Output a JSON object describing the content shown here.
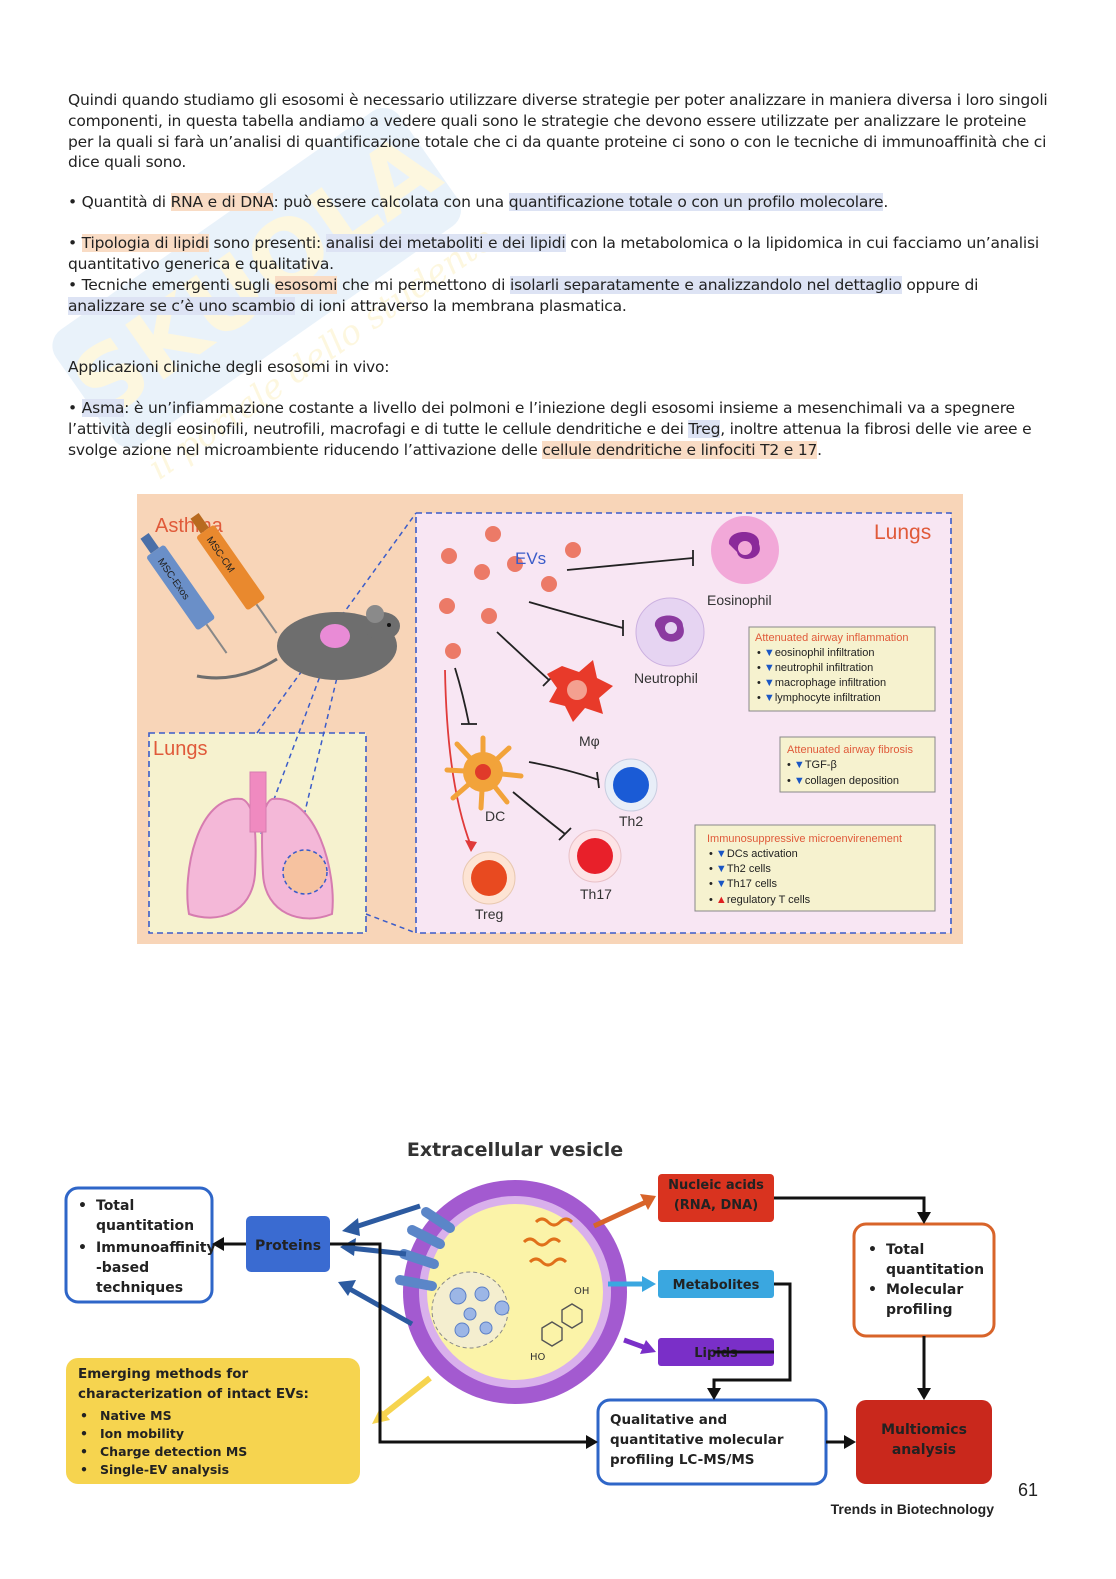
{
  "watermark": {
    "text1": "SKUOLA",
    "text2": "il portale dello studente"
  },
  "paragraphs": {
    "p1": "Quindi quando studiamo gli esosomi è necessario utilizzare diverse strategie per poter analizzare in maniera diversa i loro singoli componenti, in questa tabella andiamo a vedere quali sono le strategie che devono essere utilizzate per analizzare le proteine per la quali si farà un’analisi di quantificazione totale che ci da quante proteine ci sono o con le tecniche di immunoaffinità che ci dice quali sono.",
    "p2_a": "• Quantità di ",
    "p2_b": "RNA e di DNA",
    "p2_c": ": può essere calcolata con una ",
    "p2_d": "quantificazione totale o con un profilo molecolare",
    "p2_e": ".",
    "p3_a": "• ",
    "p3_b": "Tipologia di lipidi",
    "p3_c": " sono presenti: ",
    "p3_d": "analisi dei metaboliti e dei lipidi",
    "p3_e": " con la metabolomica o la lipidomica in cui facciamo un’analisi quantitativo generica e qualitativa.",
    "p4_a": "• Tecniche emergenti sugli ",
    "p4_b": "esosomi",
    "p4_c": " che mi permettono di ",
    "p4_d": "isolarli separatamente e analizzandolo nel dettaglio",
    "p4_e": " oppure di ",
    "p4_f": "analizzare se c’è uno scambio",
    "p4_g": " di ioni attraverso la membrana plasmatica.",
    "p5": "Applicazioni cliniche degli esosomi in vivo:",
    "p6_a": "• ",
    "p6_b": "Asma",
    "p6_c": ": è un’infiammazione costante a livello dei polmoni e l’iniezione degli esosomi insieme a mesenchimali va a spegnere l’attività degli eosinofili, neutrofili, macrofagi e di tutte le cellule dendritiche e dei ",
    "p6_d": "Treg",
    "p6_e": ", inoltre attenua la fibrosi delle vie aree e svolge azione nel microambiente riducendo l’attivazione delle ",
    "p6_f": "cellule dendritiche e linfociti T2 e 17",
    "p6_g": "."
  },
  "figure1": {
    "asthma": "Asthma",
    "lungs_right": "Lungs",
    "lungs_left": "Lungs",
    "syringe1": "MSC-Exos",
    "syringe2": "MSC-CM",
    "evs": "EVs",
    "eosinophil": "Eosinophil",
    "neutrophil": "Neutrophil",
    "macrophage": "Mφ",
    "dc": "DC",
    "th2": "Th2",
    "th17": "Th17",
    "treg": "Treg",
    "box1": {
      "title": "Attenuated airway inflammation",
      "items": [
        "eosinophil infiltration",
        "neutrophil infiltration",
        "macrophage infiltration",
        "lymphocyte infiltration"
      ]
    },
    "box2": {
      "title": "Attenuated airway fibrosis",
      "items": [
        "TGF-β",
        "collagen deposition"
      ]
    },
    "box3": {
      "title": "Immunosuppressive microenvirenement",
      "items": [
        "DCs activation",
        "Th2 cells",
        "Th17 cells",
        "regulatory T cells"
      ]
    },
    "colors": {
      "background": "#f8d5b8",
      "lungs_panel": "#f8e6f3",
      "small_lung_panel": "#f6f2cf",
      "title_red": "#e05a3a",
      "arrow_blue": "#1a56c4",
      "arrow_up_red": "#e02020"
    }
  },
  "figure2": {
    "title": "Extracellular vesicle",
    "total_box": [
      "Total quantitation",
      "Immunoaffinity -based techniques"
    ],
    "proteins": "Proteins",
    "nucleic": "Nucleic acids (RNA, DNA)",
    "metabolites": "Metabolites",
    "lipids": "Lipids",
    "total_right": [
      "Total quantitation",
      "Molecular profiling"
    ],
    "emerging_title": "Emerging methods for characterization of intact EVs:",
    "emerging_items": [
      "Native MS",
      "Ion mobility",
      "Charge detection MS",
      "Single-EV analysis"
    ],
    "qual": "Qualitative and quantitative molecular profiling LC-MS/MS",
    "multiomics": "Multiomics analysis",
    "credit": "Trends in Biotechnology",
    "oh": "OH",
    "ho": "HO",
    "colors": {
      "blue_box": "#3a6bd1",
      "red_box": "#d9331f",
      "cyan_box": "#3aa7e0",
      "purple_box": "#7a2fc8",
      "orange_outline": "#d8642a",
      "yellow_box": "#f6d44f",
      "membrane": "#a35ad0",
      "core": "#fbf3a8"
    }
  },
  "page_number": "61"
}
